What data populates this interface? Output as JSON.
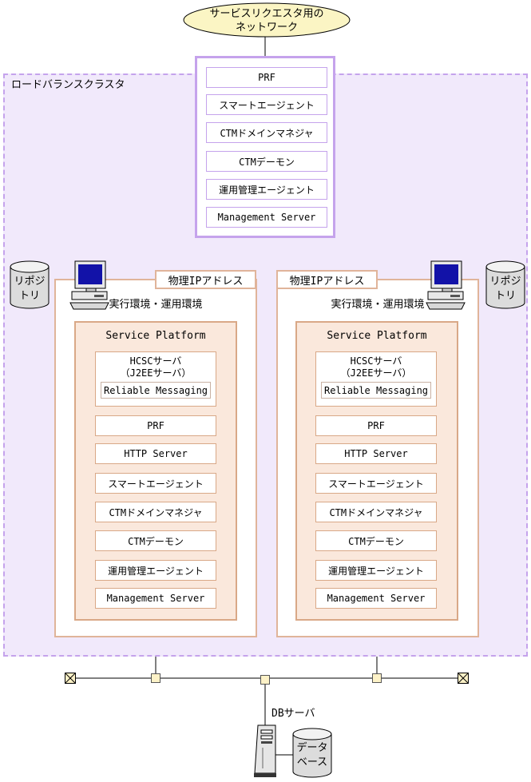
{
  "network": {
    "line1": "サービスリクエスタ用の",
    "line2": "ネットワーク"
  },
  "cluster_label": "ロードバランスクラスタ",
  "management_items": [
    "PRF",
    "スマートエージェント",
    "CTMドメインマネジャ",
    "CTMデーモン",
    "運用管理エージェント",
    "Management Server"
  ],
  "left_node": {
    "ip_label": "物理IPアドレス",
    "env_label": "実行環境・運用環境",
    "platform_title": "Service Platform",
    "hcsc_line1": "HCSCサーバ",
    "hcsc_line2": "（J2EEサーバ）",
    "reliable": "Reliable Messaging",
    "items": [
      "PRF",
      "HTTP Server",
      "スマートエージェント",
      "CTMドメインマネジャ",
      "CTMデーモン",
      "運用管理エージェント",
      "Management Server"
    ],
    "repo_line1": "リポジ",
    "repo_line2": "トリ"
  },
  "right_node": {
    "ip_label": "物理IPアドレス",
    "env_label": "実行環境・運用環境",
    "platform_title": "Service Platform",
    "hcsc_line1": "HCSCサーバ",
    "hcsc_line2": "（J2EEサーバ）",
    "reliable": "Reliable Messaging",
    "items": [
      "PRF",
      "HTTP Server",
      "スマートエージェント",
      "CTMドメインマネジャ",
      "CTMデーモン",
      "運用管理エージェント",
      "Management Server"
    ],
    "repo_line1": "リポジ",
    "repo_line2": "トリ"
  },
  "db_server_label": "DBサーバ",
  "database": {
    "line1": "データ",
    "line2": "ベース"
  }
}
